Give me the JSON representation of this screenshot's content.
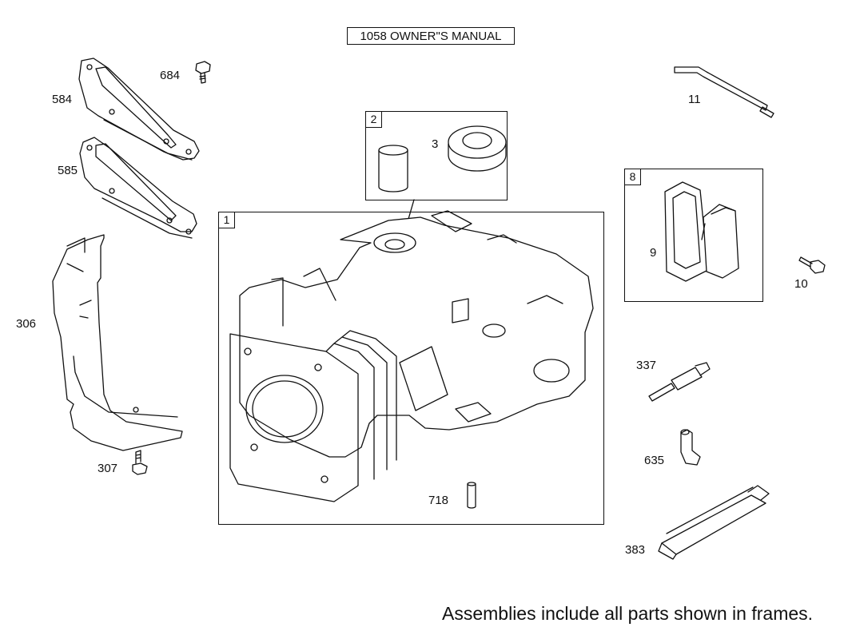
{
  "header": {
    "manual_ref": "1058 OWNER\"S MANUAL"
  },
  "frames": [
    {
      "id": "frame-1",
      "tag": "1"
    },
    {
      "id": "frame-2",
      "tag": "2"
    },
    {
      "id": "frame-8",
      "tag": "8"
    }
  ],
  "part_labels": {
    "p684": "684",
    "p584": "584",
    "p585": "585",
    "p306": "306",
    "p307": "307",
    "p3": "3",
    "p718": "718",
    "p11": "11",
    "p9": "9",
    "p10": "10",
    "p337": "337",
    "p635": "635",
    "p383": "383"
  },
  "footnote": "Assemblies include all parts shown in frames."
}
